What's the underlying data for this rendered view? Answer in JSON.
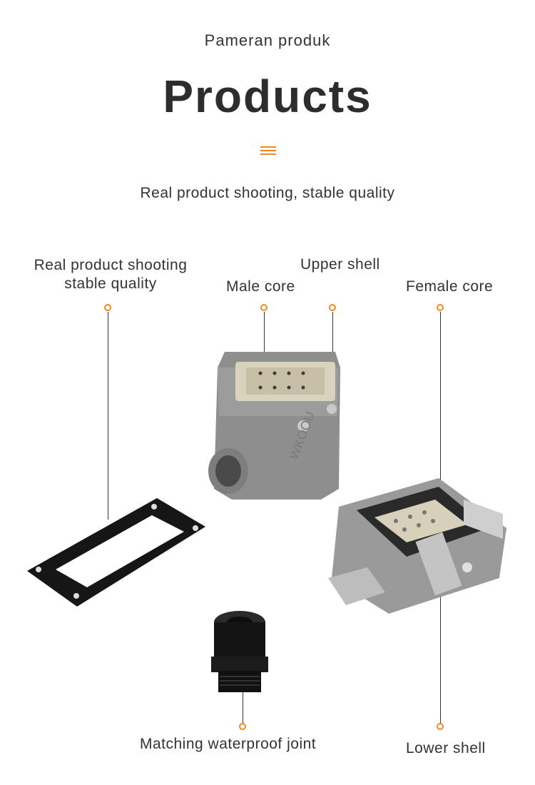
{
  "header": {
    "subtitle": "Pameran produk",
    "title": "Products",
    "tagline": "Real product shooting, stable quality"
  },
  "callouts": {
    "gasket_line1": "Real product shooting",
    "gasket_line2": "stable quality",
    "male_core": "Male core",
    "upper_shell": "Upper shell",
    "female_core": "Female core",
    "waterproof_joint": "Matching waterproof joint",
    "lower_shell": "Lower shell"
  },
  "product_marking": "WKOOU",
  "colors": {
    "accent": "#f08a24",
    "text": "#333333"
  },
  "icons": [
    "menu-icon"
  ]
}
